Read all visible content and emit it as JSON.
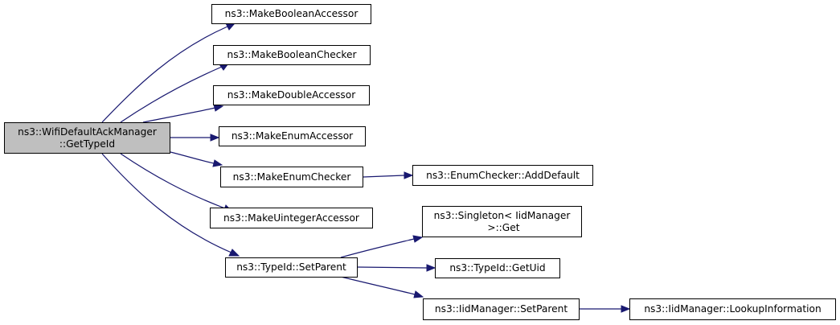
{
  "colors": {
    "edge": "#191970",
    "root_fill": "#bfbfbf",
    "node_fill": "#ffffff",
    "border": "#000000"
  },
  "nodes": {
    "root": {
      "line1": "ns3::WifiDefaultAckManager",
      "line2": "::GetTypeId"
    },
    "boolean_accessor": "ns3::MakeBooleanAccessor",
    "boolean_checker": "ns3::MakeBooleanChecker",
    "double_accessor": "ns3::MakeDoubleAccessor",
    "enum_accessor": "ns3::MakeEnumAccessor",
    "enum_checker": "ns3::MakeEnumChecker",
    "add_default": "ns3::EnumChecker::AddDefault",
    "uinteger_accessor": "ns3::MakeUintegerAccessor",
    "singleton_get": {
      "line1": "ns3::Singleton< IidManager",
      "line2": " >::Get"
    },
    "set_parent": "ns3::TypeId::SetParent",
    "get_uid": "ns3::TypeId::GetUid",
    "iid_set_parent": "ns3::IidManager::SetParent",
    "lookup_information": "ns3::IidManager::LookupInformation"
  }
}
